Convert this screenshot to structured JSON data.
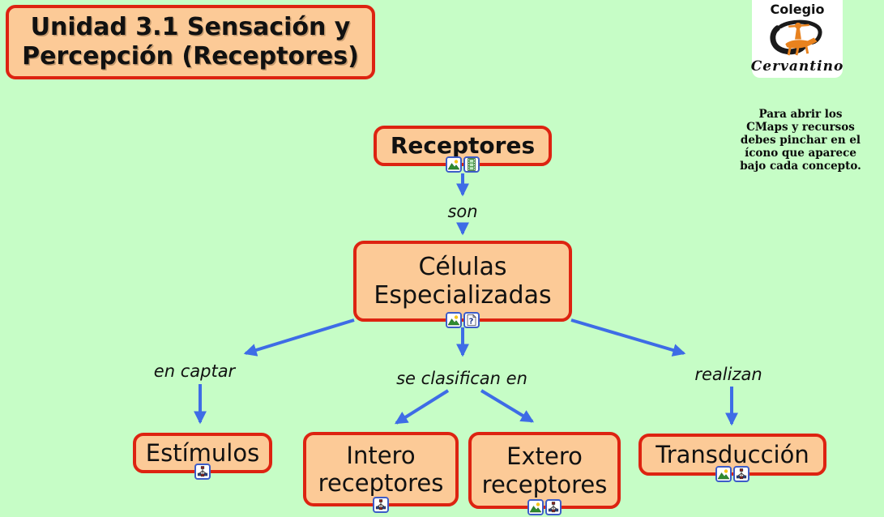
{
  "title": {
    "line1": "Unidad 3.1 Sensación y",
    "line2": "Percepción (Receptores)"
  },
  "logo": {
    "top_text": "Colegio",
    "bottom_text": "Cervantino",
    "art": "don-quixote-horse-rider"
  },
  "instructions": {
    "lines": [
      "Para abrir los",
      "CMaps y  recursos",
      "debes pinchar en el",
      "ícono que aparece",
      "bajo cada concepto."
    ]
  },
  "nodes": {
    "receptores": {
      "label": "Receptores",
      "icons": [
        "image-icon",
        "film-icon"
      ]
    },
    "celulas": {
      "label": "Células Especializadas",
      "icons": [
        "image-icon",
        "question-icon"
      ]
    },
    "estimulos": {
      "label": "Estímulos",
      "icons": [
        "cmap-icon"
      ]
    },
    "intero": {
      "label": "Intero receptores",
      "icons": [
        "cmap-icon"
      ]
    },
    "extero": {
      "label": "Extero receptores",
      "icons": [
        "image-icon",
        "cmap-icon"
      ]
    },
    "transduccion": {
      "label": "Transducción",
      "icons": [
        "image-icon",
        "cmap-icon"
      ]
    }
  },
  "links": {
    "son": "son",
    "en_captar": "en captar",
    "se_clasifican_en": "se clasifican en",
    "realizan": "realizan"
  },
  "colors": {
    "background": "#c6fdc6",
    "node_fill": "#fcca97",
    "node_border": "#dd2311",
    "arrow_blue": "#3e6ce6",
    "icon_border_blue": "#3c5cc8",
    "text": "#111111"
  }
}
